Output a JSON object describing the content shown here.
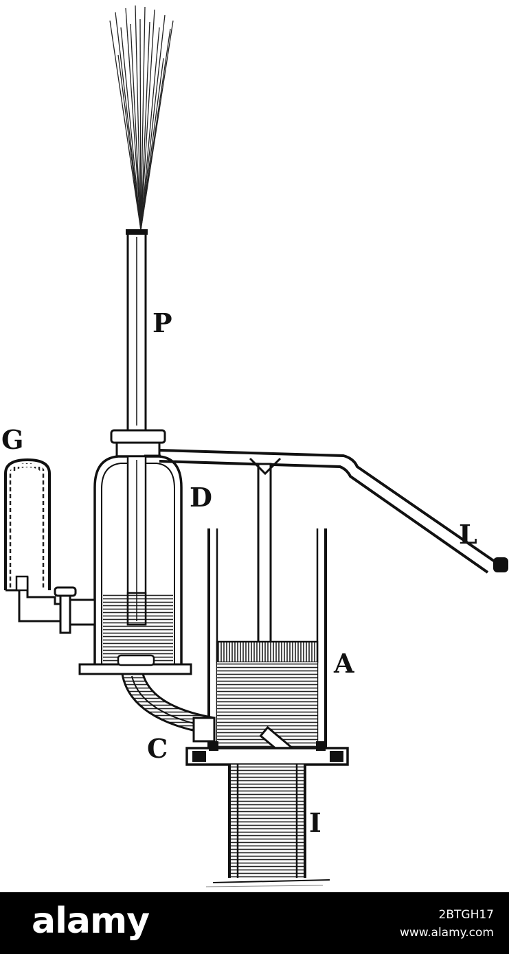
{
  "diagram": {
    "labels": {
      "P": "P",
      "G": "G",
      "D": "D",
      "L": "L",
      "A": "A",
      "C": "C",
      "I": "I"
    }
  },
  "footer": {
    "brand": "alamy",
    "image_id": "2BTGH17",
    "site": "www.alamy.com"
  },
  "colors": {
    "ink": "#111111",
    "paper": "#ffffff",
    "footer_bg": "#000000"
  }
}
